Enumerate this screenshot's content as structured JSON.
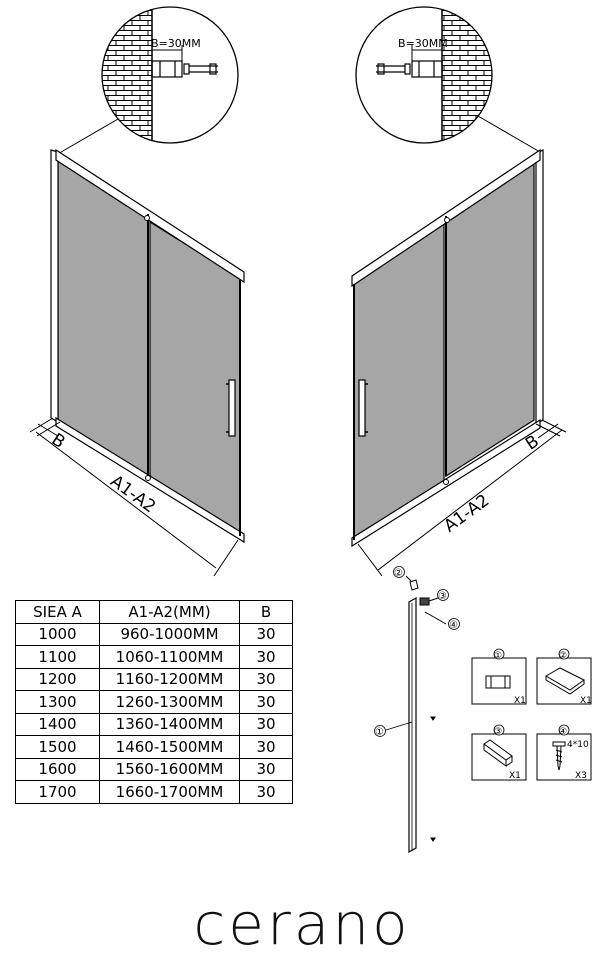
{
  "detail_left": {
    "label": "B=30MM"
  },
  "detail_right": {
    "label": "B=30MM"
  },
  "dimensions": {
    "left_depth": "B",
    "left_width": "A1-A2",
    "right_depth": "B",
    "right_width": "A1-A2"
  },
  "parts": {
    "callout_1": "①",
    "callout_2": "②",
    "callout_3": "③",
    "callout_4": "④",
    "box_1_qty": "X1",
    "box_2_qty": "X1",
    "box_3_qty": "X1",
    "box_4_qty": "X3",
    "box_4_size": "4*10"
  },
  "size_table": {
    "headers": [
      "SIEA A",
      "A1-A2(MM)",
      "B"
    ],
    "rows": [
      [
        "1000",
        "960-1000MM",
        "30"
      ],
      [
        "1100",
        "1060-1100MM",
        "30"
      ],
      [
        "1200",
        "1160-1200MM",
        "30"
      ],
      [
        "1300",
        "1260-1300MM",
        "30"
      ],
      [
        "1400",
        "1360-1400MM",
        "30"
      ],
      [
        "1500",
        "1460-1500MM",
        "30"
      ],
      [
        "1600",
        "1560-1600MM",
        "30"
      ],
      [
        "1700",
        "1660-1700MM",
        "30"
      ]
    ]
  },
  "brand": {
    "name": "cerano"
  }
}
